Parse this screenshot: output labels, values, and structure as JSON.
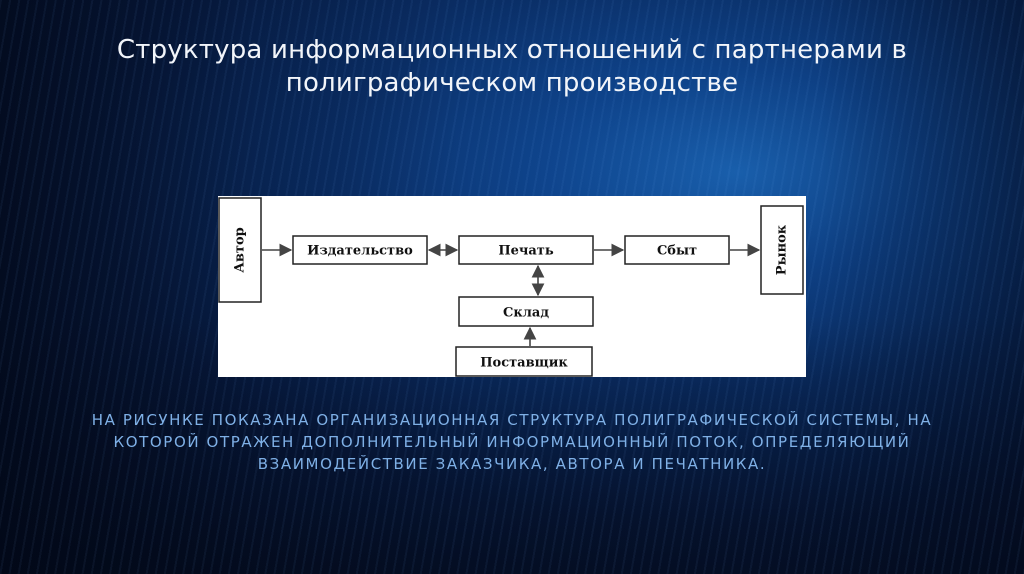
{
  "slide": {
    "title": "Структура информационных отношений с партнерами в полиграфическом производстве",
    "caption": "На рисунке показана организационная структура полиграфической системы, на которой отражен дополнительный информационный поток, определяющий взаимодействие заказчика, автора и печатника."
  },
  "diagram": {
    "nodes": {
      "author": "Автор",
      "publisher": "Издательство",
      "print": "Печать",
      "sales": "Сбыт",
      "market": "Рынок",
      "warehouse": "Склад",
      "supplier": "Поставщик"
    },
    "edges": [
      {
        "from": "author",
        "to": "publisher",
        "direction": "forward"
      },
      {
        "from": "publisher",
        "to": "print",
        "direction": "both"
      },
      {
        "from": "print",
        "to": "sales",
        "direction": "forward"
      },
      {
        "from": "sales",
        "to": "market",
        "direction": "forward"
      },
      {
        "from": "print",
        "to": "warehouse",
        "direction": "both"
      },
      {
        "from": "supplier",
        "to": "warehouse",
        "direction": "forward"
      }
    ]
  }
}
